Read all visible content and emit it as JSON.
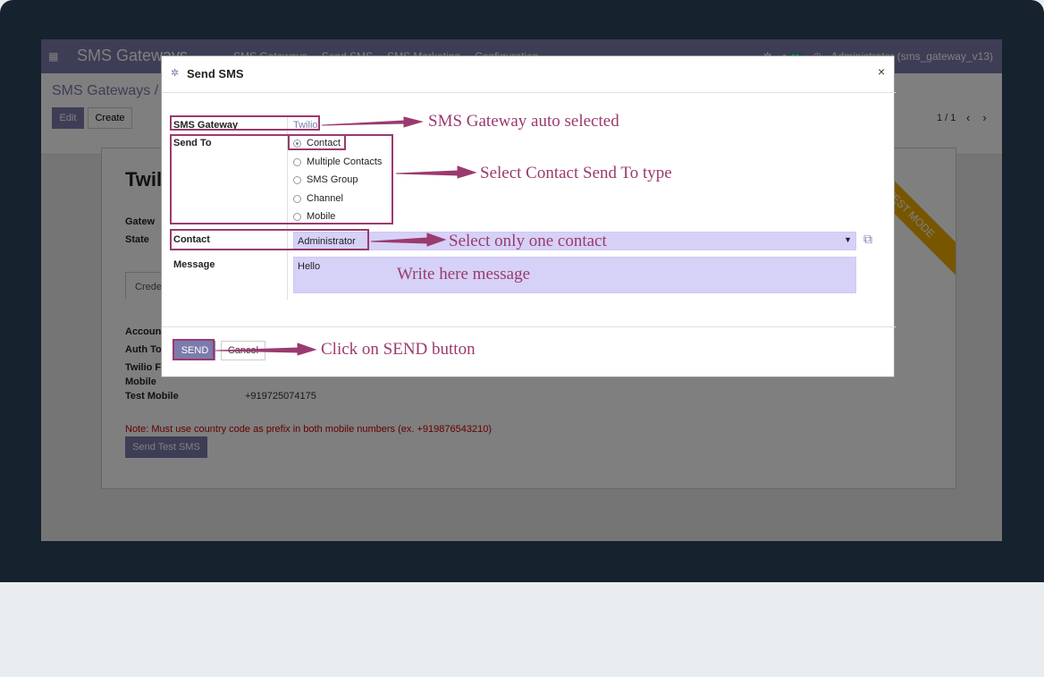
{
  "navbar": {
    "brand": "SMS Gateways",
    "menu": [
      "SMS Gateways",
      "Send SMS",
      "SMS Marketing",
      "Configuration"
    ],
    "notification_count": "21",
    "user": "Administrator (sms_gateway_v13)"
  },
  "control_panel": {
    "breadcrumb": "SMS Gateways / T",
    "edit_label": "Edit",
    "create_label": "Create",
    "pager": "1 / 1"
  },
  "record": {
    "title": "Twil",
    "gateway_label": "Gatew",
    "state_label": "State",
    "tab_label": "Crede",
    "account_label": "Accoun",
    "auth_label": "Auth To",
    "twilio_label": "Twilio F",
    "mobile_label": "Mobile",
    "test_mobile_label": "Test Mobile",
    "test_mobile_value": "+919725074175",
    "note": "Note: Must use country code as prefix in both mobile numbers (ex. +919876543210)",
    "send_test_label": "Send Test SMS",
    "ribbon": "TEST MODE"
  },
  "modal": {
    "title": "Send SMS",
    "close": "×",
    "gateway_label": "SMS Gateway",
    "gateway_value": "Twilio",
    "send_to_label": "Send To",
    "send_to_options": [
      "Contact",
      "Multiple Contacts",
      "SMS Group",
      "Channel",
      "Mobile"
    ],
    "send_to_selected": "Contact",
    "contact_label": "Contact",
    "contact_value": "Administrator",
    "message_label": "Message",
    "message_value": "Hello",
    "send_label": "SEND",
    "cancel_label": "Cancel"
  },
  "annotations": {
    "gateway": "SMS Gateway auto selected",
    "send_to": "Select Contact Send To type",
    "contact": "Select only one contact",
    "message": "Write here message",
    "send": "Click on SEND button"
  },
  "colors": {
    "primary": "#7c7bad",
    "annotation": "#9b3a6e",
    "bezel": "#16222e",
    "input_bg": "#d6d1f7",
    "ribbon": "#f0ad00"
  }
}
